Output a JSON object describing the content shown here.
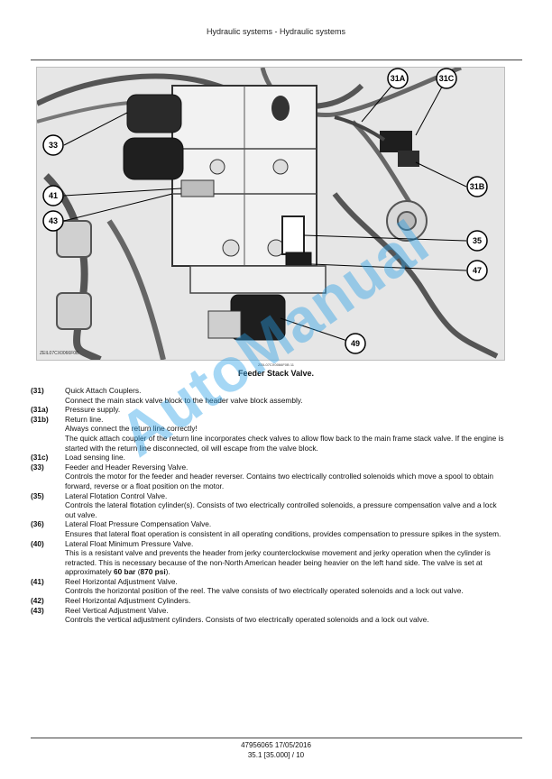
{
  "header": {
    "title": "Hydraulic systems - Hydraulic systems"
  },
  "figure": {
    "code_left": "ZEIL07CX0066F0B",
    "code_center": "ZEIL07CX0066F0B 11",
    "caption": "Feeder Stack Valve.",
    "callouts": [
      "31A",
      "31C",
      "33",
      "31B",
      "41",
      "43",
      "35",
      "47",
      "49"
    ]
  },
  "items": [
    {
      "num": "(31)",
      "title": "Quick Attach Couplers.",
      "desc": "Connect the main stack valve block to the header valve block assembly."
    },
    {
      "num": "(31a)",
      "title": "Pressure supply.",
      "desc": ""
    },
    {
      "num": "(31b)",
      "title": "Return line.",
      "desc": "Always connect the return line correctly!",
      "desc2": "The quick attach coupler of the return line incorporates check valves to allow flow back to the main frame stack valve. If the engine is started with the return line disconnected, oil will escape from the valve block."
    },
    {
      "num": "(31c)",
      "title": "Load sensing line.",
      "desc": ""
    },
    {
      "num": "(33)",
      "title": "Feeder and Header Reversing Valve.",
      "desc": "Controls the motor for the feeder and header reverser. Contains two electrically controlled solenoids which move a spool to obtain forward, reverse or a float position on the motor."
    },
    {
      "num": "(35)",
      "title": "Lateral Flotation Control Valve.",
      "desc": "Controls the lateral flotation cylinder(s). Consists of two electrically controlled solenoids, a pressure compensation valve and a lock out valve."
    },
    {
      "num": "(36)",
      "title": "Lateral Float Pressure Compensation Valve.",
      "desc": "Ensures that lateral float operation is consistent in all operating conditions, provides compensation to pressure spikes in the system."
    },
    {
      "num": "(40)",
      "title": "Lateral Float Minimum Pressure Valve.",
      "desc_pre": "This is a resistant valve and prevents the header from jerky counterclockwise movement and jerky operation when the cylinder is retracted. This is necessary because of the non-North American header being heavier on the left hand side. The valve is set at approximately ",
      "bold1": "60 bar",
      "mid": " (",
      "bold2": "870 psi",
      "post": ")."
    },
    {
      "num": "(41)",
      "title": "Reel Horizontal Adjustment Valve.",
      "desc": "Controls the horizontal position of the reel. The valve consists of two electrically operated solenoids and a lock out valve."
    },
    {
      "num": "(42)",
      "title": "Reel Horizontal Adjustment Cylinders.",
      "desc": ""
    },
    {
      "num": "(43)",
      "title": "Reel Vertical Adjustment Valve.",
      "desc": "Controls the vertical adjustment cylinders. Consists of two electrically operated solenoids and a lock out valve."
    }
  ],
  "watermark": "AutoManual",
  "footer": {
    "code": "47956065 17/05/2016",
    "page": "35.1 [35.000] / 10"
  }
}
